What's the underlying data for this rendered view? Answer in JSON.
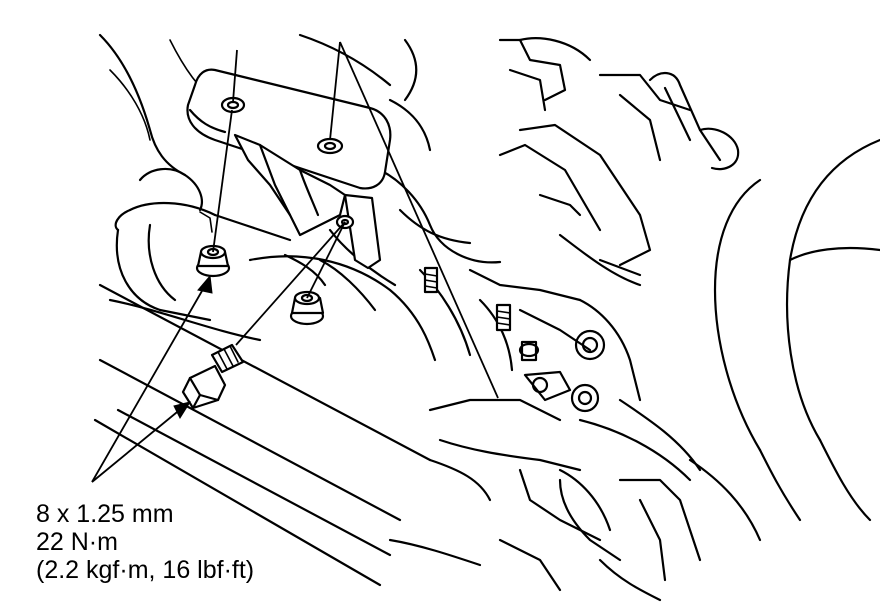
{
  "callout": {
    "thread_size": "8 x 1.25 mm",
    "torque_nm": "22 N·m",
    "torque_alt": "(2.2 kgf·m, 16 lbf·ft)"
  },
  "colors": {
    "line": "#000000",
    "background": "#ffffff"
  }
}
